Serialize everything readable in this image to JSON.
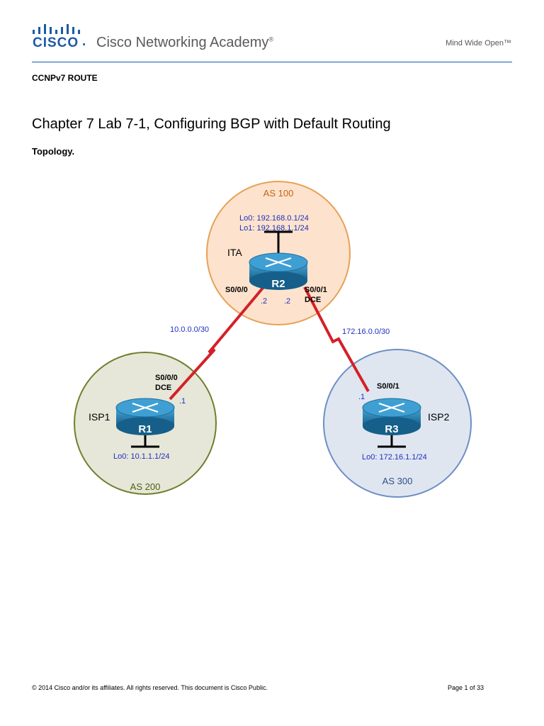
{
  "header": {
    "logo_text": "CISCO",
    "logo_dot": ".",
    "academy": "Cisco Networking Academy",
    "registered_mark": "®",
    "tagline": "Mind Wide Open™"
  },
  "course": "CCNPv7 ROUTE",
  "title": "Chapter 7 Lab 7-1, Configuring BGP with Default Routing",
  "section": "Topology.",
  "topology": {
    "colors": {
      "as100_fill": "#fde3cd",
      "as100_stroke": "#e8a056",
      "as200_fill": "#e6e7d8",
      "as200_stroke": "#6e7f2c",
      "as300_fill": "#dfe6f0",
      "as300_stroke": "#6d8fc6",
      "router": "#1a76a8",
      "link": "#d32027",
      "label_blue": "#1f2fbf"
    },
    "as100": {
      "label": "AS 100",
      "lo0": "Lo0: 192.168.0.1/24",
      "lo1": "Lo1: 192.168.1.1/24",
      "name": "ITA",
      "router": "R2",
      "s000": "S0/0/0",
      "s001": "S0/0/1",
      "dce": "DCE",
      "ip_left": ".2",
      "ip_right": ".2"
    },
    "as200": {
      "label": "AS 200",
      "name": "ISP1",
      "router": "R1",
      "s000": "S0/0/0",
      "dce": "DCE",
      "ip": ".1",
      "lo0": "Lo0: 10.1.1.1/24"
    },
    "as300": {
      "label": "AS 300",
      "name": "ISP2",
      "router": "R3",
      "s001": "S0/0/1",
      "ip": ".1",
      "lo0": "Lo0: 172.16.1.1/24"
    },
    "link_left": "10.0.0.0/30",
    "link_right": "172.16.0.0/30"
  },
  "footer": {
    "copyright": "© 2014 Cisco and/or its affiliates. All rights reserved. This document is Cisco Public.",
    "page": "Page 1 of 33"
  }
}
